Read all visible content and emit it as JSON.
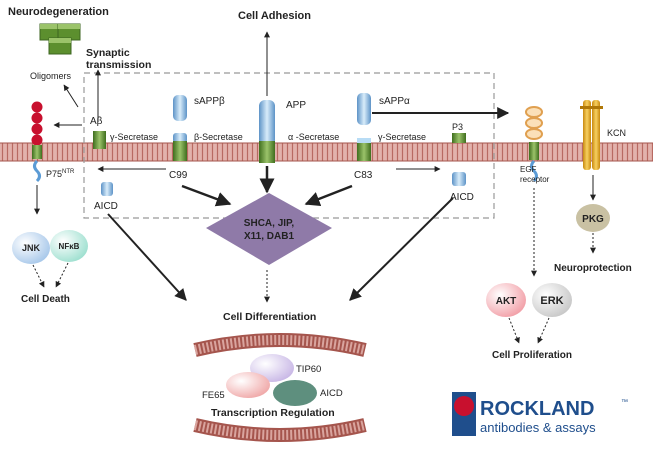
{
  "labels": {
    "neurodegeneration": "Neurodegeneration",
    "cell_adhesion": "Cell Adhesion",
    "synaptic_1": "Synaptic",
    "synaptic_2": "transmission",
    "oligomers": "Oligomers",
    "sappb": "sAPPβ",
    "app": "APP",
    "sappa": "sAPPα",
    "abeta": "Aβ",
    "gamma_secretase_left": "γ-Secretase",
    "beta_secretase": "β-Secretase",
    "alpha_secretase": "α -Secretase",
    "gamma_secretase_right": "γ-Secretase",
    "p3": "P3",
    "kcn": "KCN",
    "p75": "P75",
    "p75_sup": "NTR",
    "c99": "C99",
    "c83": "C83",
    "egf_1": "EGF",
    "egf_2": "receptor",
    "aicd_left": "AICD",
    "aicd_right": "AICD",
    "diamond_1": "SHCA, JIP,",
    "diamond_2": "X11, DAB1",
    "pkg": "PKG",
    "neuroprotection": "Neuroprotection",
    "jnk": "JNK",
    "nfkb": "NFκB",
    "cell_death": "Cell Death",
    "akt": "AKT",
    "erk": "ERK",
    "cell_proliferation": "Cell Proliferation",
    "cell_differentiation": "Cell Differentiation",
    "tip60": "TIP60",
    "fe65": "FE65",
    "aicd_nuclear": "AICD",
    "transcription_regulation": "Transcription Regulation"
  },
  "logo": {
    "name": "ROCKLAND",
    "tm": "™",
    "tagline": "antibodies & assays"
  },
  "colors": {
    "membrane": "#d9a49e",
    "membrane_line": "#a5554d",
    "green": "#5c8f2e",
    "blue": "#8fc1e8",
    "red": "#c8102e",
    "diamond": "#8f7aa8",
    "pkg": "#c9c1a3",
    "kcn": "#f0b72a",
    "logo_blue": "#1f4e8c"
  }
}
